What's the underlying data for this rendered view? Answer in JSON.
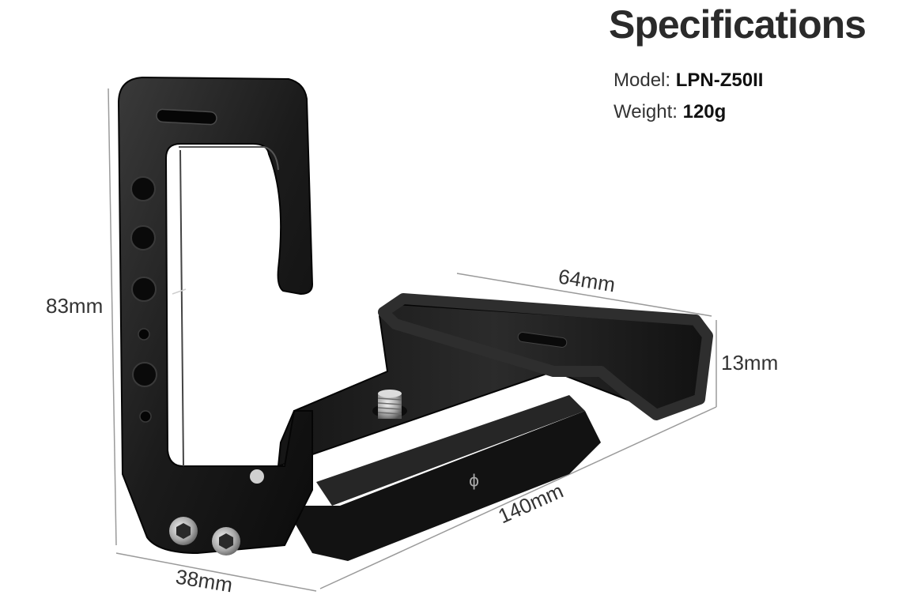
{
  "title": "Specifications",
  "specs": [
    {
      "label": "Model:",
      "value": "LPN-Z50II"
    },
    {
      "label": "Weight:",
      "value": "120g"
    }
  ],
  "dimensions": {
    "height": "83mm",
    "depth": "38mm",
    "length": "140mm",
    "width": "64mm",
    "thickness": "13mm"
  },
  "colors": {
    "bracket": "#1b1b1b",
    "dim_line": "#9a9a9a"
  }
}
